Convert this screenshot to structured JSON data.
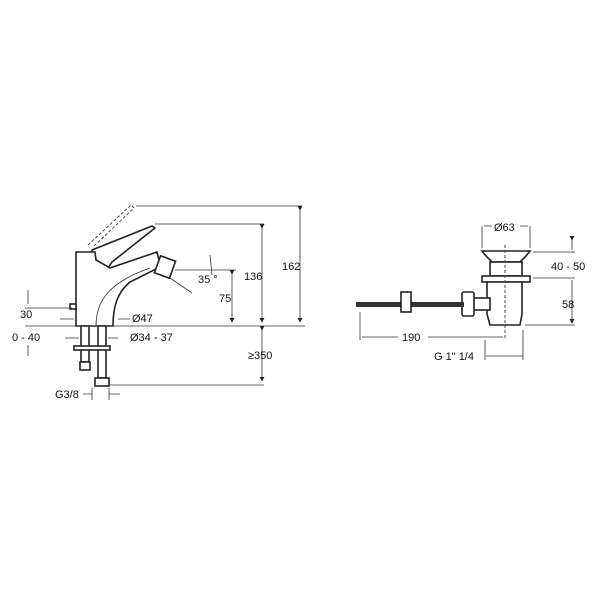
{
  "faucet": {
    "dim_total_height": "162",
    "dim_handle_height": "136",
    "dim_spout_height": "75",
    "dim_angle": "35 °",
    "dim_30": "30",
    "dim_0_40": "0 - 40",
    "dim_body_diameter": "Ø47",
    "dim_hole_diameter": "Ø34 - 37",
    "dim_hose_length": "≥350",
    "dim_thread": "G3/8"
  },
  "waste": {
    "dim_diameter": "Ø63",
    "dim_40_50": "40 - 50",
    "dim_58": "58",
    "dim_190": "190",
    "dim_thread": "G 1\" 1/4"
  }
}
